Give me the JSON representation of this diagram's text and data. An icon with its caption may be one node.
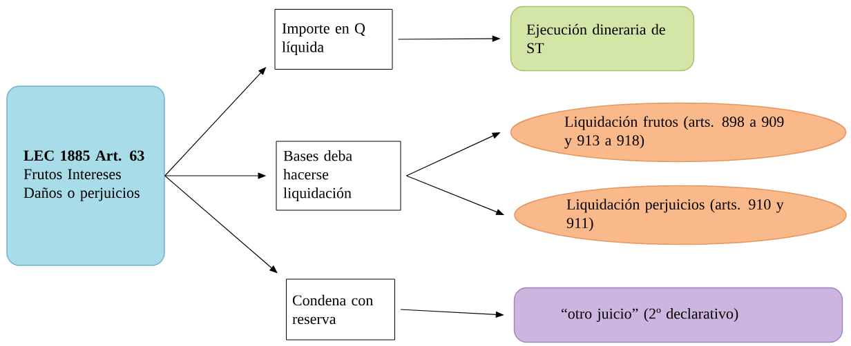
{
  "diagram": {
    "nodes": [
      {
        "text": [
          "LEC 1885 Art. 63",
          "Frutos Intereses Daños o perjuicios"
        ]
      },
      {
        "text": [
          "Importe en Q líquida"
        ]
      },
      {
        "text": [
          "Ejecución dineraria de ST"
        ]
      },
      {
        "text": [
          "Bases deba hacerse liquidación"
        ]
      },
      {
        "text": [
          "Liquidación frutos (arts. 898 a 909 y 913 a 918)"
        ]
      },
      {
        "text": [
          "Liquidación perjuicios (arts. 910 y 911)"
        ]
      },
      {
        "text": [
          "Condena con reserva"
        ]
      },
      {
        "text": [
          "“otro juicio” (2º declarativo)"
        ]
      }
    ],
    "edges": [
      {
        "from": 0,
        "to": 1,
        "arrow": "to"
      },
      {
        "from": 0,
        "to": 3,
        "arrow": "to"
      },
      {
        "from": 0,
        "to": 6,
        "arrow": "to"
      },
      {
        "from": 1,
        "to": 2,
        "arrow": "to"
      },
      {
        "from": 3,
        "to": 4,
        "arrow": "to"
      },
      {
        "from": 3,
        "to": 5,
        "arrow": "to"
      },
      {
        "from": 6,
        "to": 7,
        "arrow": "to"
      }
    ]
  }
}
